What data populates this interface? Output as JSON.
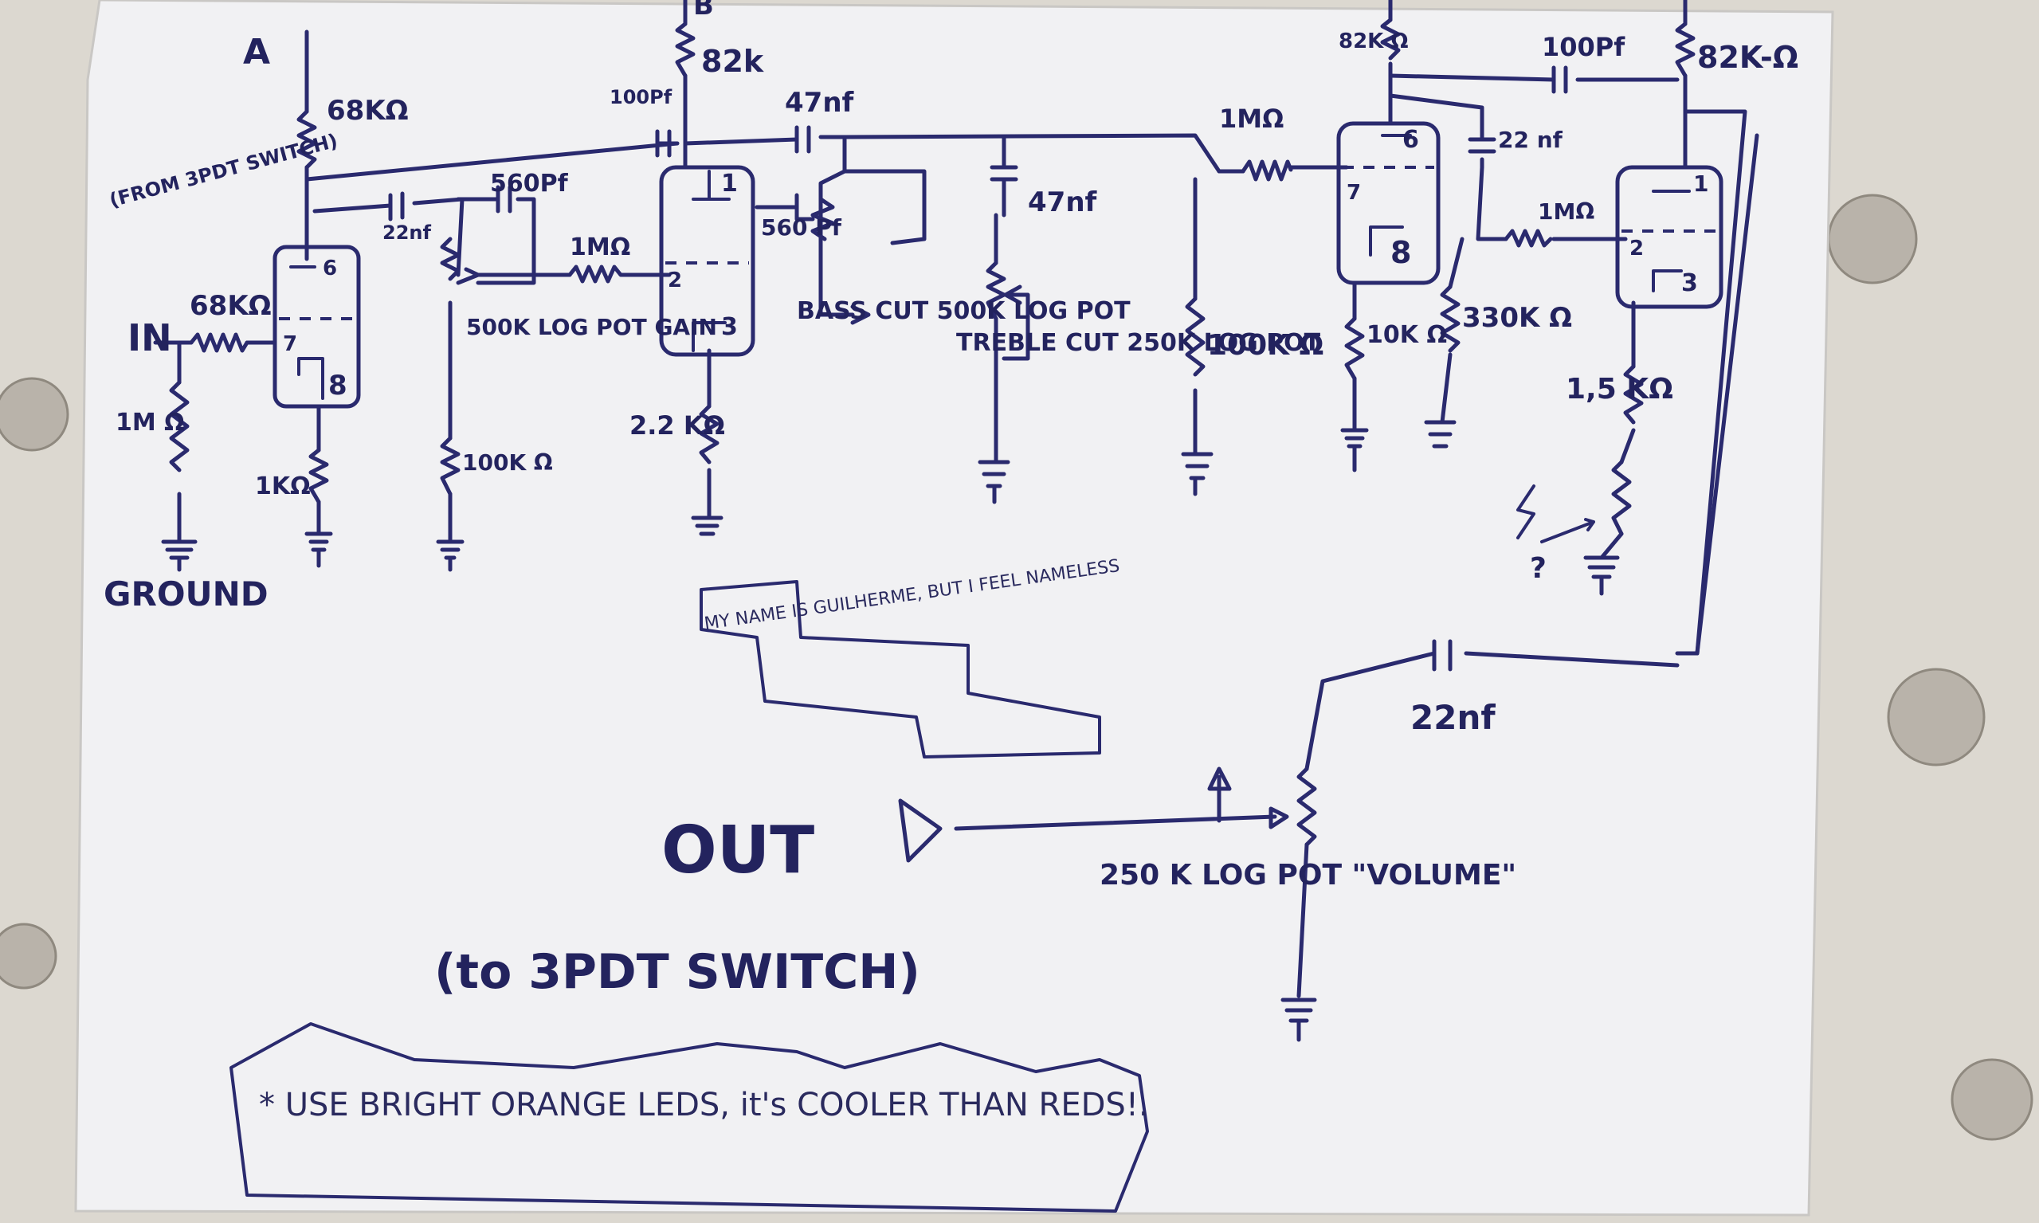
{
  "labels": {
    "A": "A",
    "B": "B",
    "in": "IN",
    "from_switch": "(FROM 3PDT SWITCH)",
    "r_68k_top": "68KΩ",
    "r_68k_in": "68KΩ",
    "r_1m_in": "1M Ω",
    "ground": "GROUND",
    "r_1k": "1KΩ",
    "c_22nf": "22nf",
    "c_560pf_a": "560Pf",
    "pot_gain": "500K LOG POT GAIN",
    "r_100k_a": "100K Ω",
    "r_1m_a": "1MΩ",
    "c_100pf_a": "100Pf",
    "r_82k_a": "82k",
    "c_47nf_a": "47nf",
    "c_560pf_b": "560 Pf",
    "r_2k2": "2.2 KΩ",
    "bass_pot": "BASS CUT 500K LOG POT",
    "c_47nf_b": "47nf",
    "treble_pot": "TREBLE CUT 250K LOG POT",
    "r_100k_b": "100K Ω",
    "r_1m_b": "1MΩ",
    "r_82k_b": "82K Ω",
    "c_100pf_b": "100Pf",
    "r_82k_c": "82K-Ω",
    "c_22nf_b": "22 nf",
    "r_1m_c": "1MΩ",
    "r_10k": "10K Ω",
    "r_330k": "330K Ω",
    "r_1k5": "1,5 KΩ",
    "led_q": "?",
    "c_22nf_out": "22nf",
    "vol_pot": "250 K LOG POT \"VOLUME\"",
    "out": "OUT",
    "to_switch": "(to 3PDT SWITCH)",
    "name_note": "MY NAME IS GUILHERME, BUT I FEEL NAMELESS",
    "led_note": "* USE BRIGHT ORANGE LEDS, it's COOLER THAN REDS!."
  },
  "pins": {
    "t1_top": "6",
    "t1_mid": "7",
    "t1_bot": "8",
    "t2_top": "1",
    "t2_mid": "2",
    "t2_bot": "3",
    "t3_top": "6",
    "t3_mid": "7",
    "t3_bot": "8",
    "t4_top": "1",
    "t4_mid": "2",
    "t4_bot": "3"
  },
  "colors": {
    "ink": "#2a2a6e",
    "paper": "#f1f1f3",
    "accent_ink": "#7a3a7a"
  }
}
